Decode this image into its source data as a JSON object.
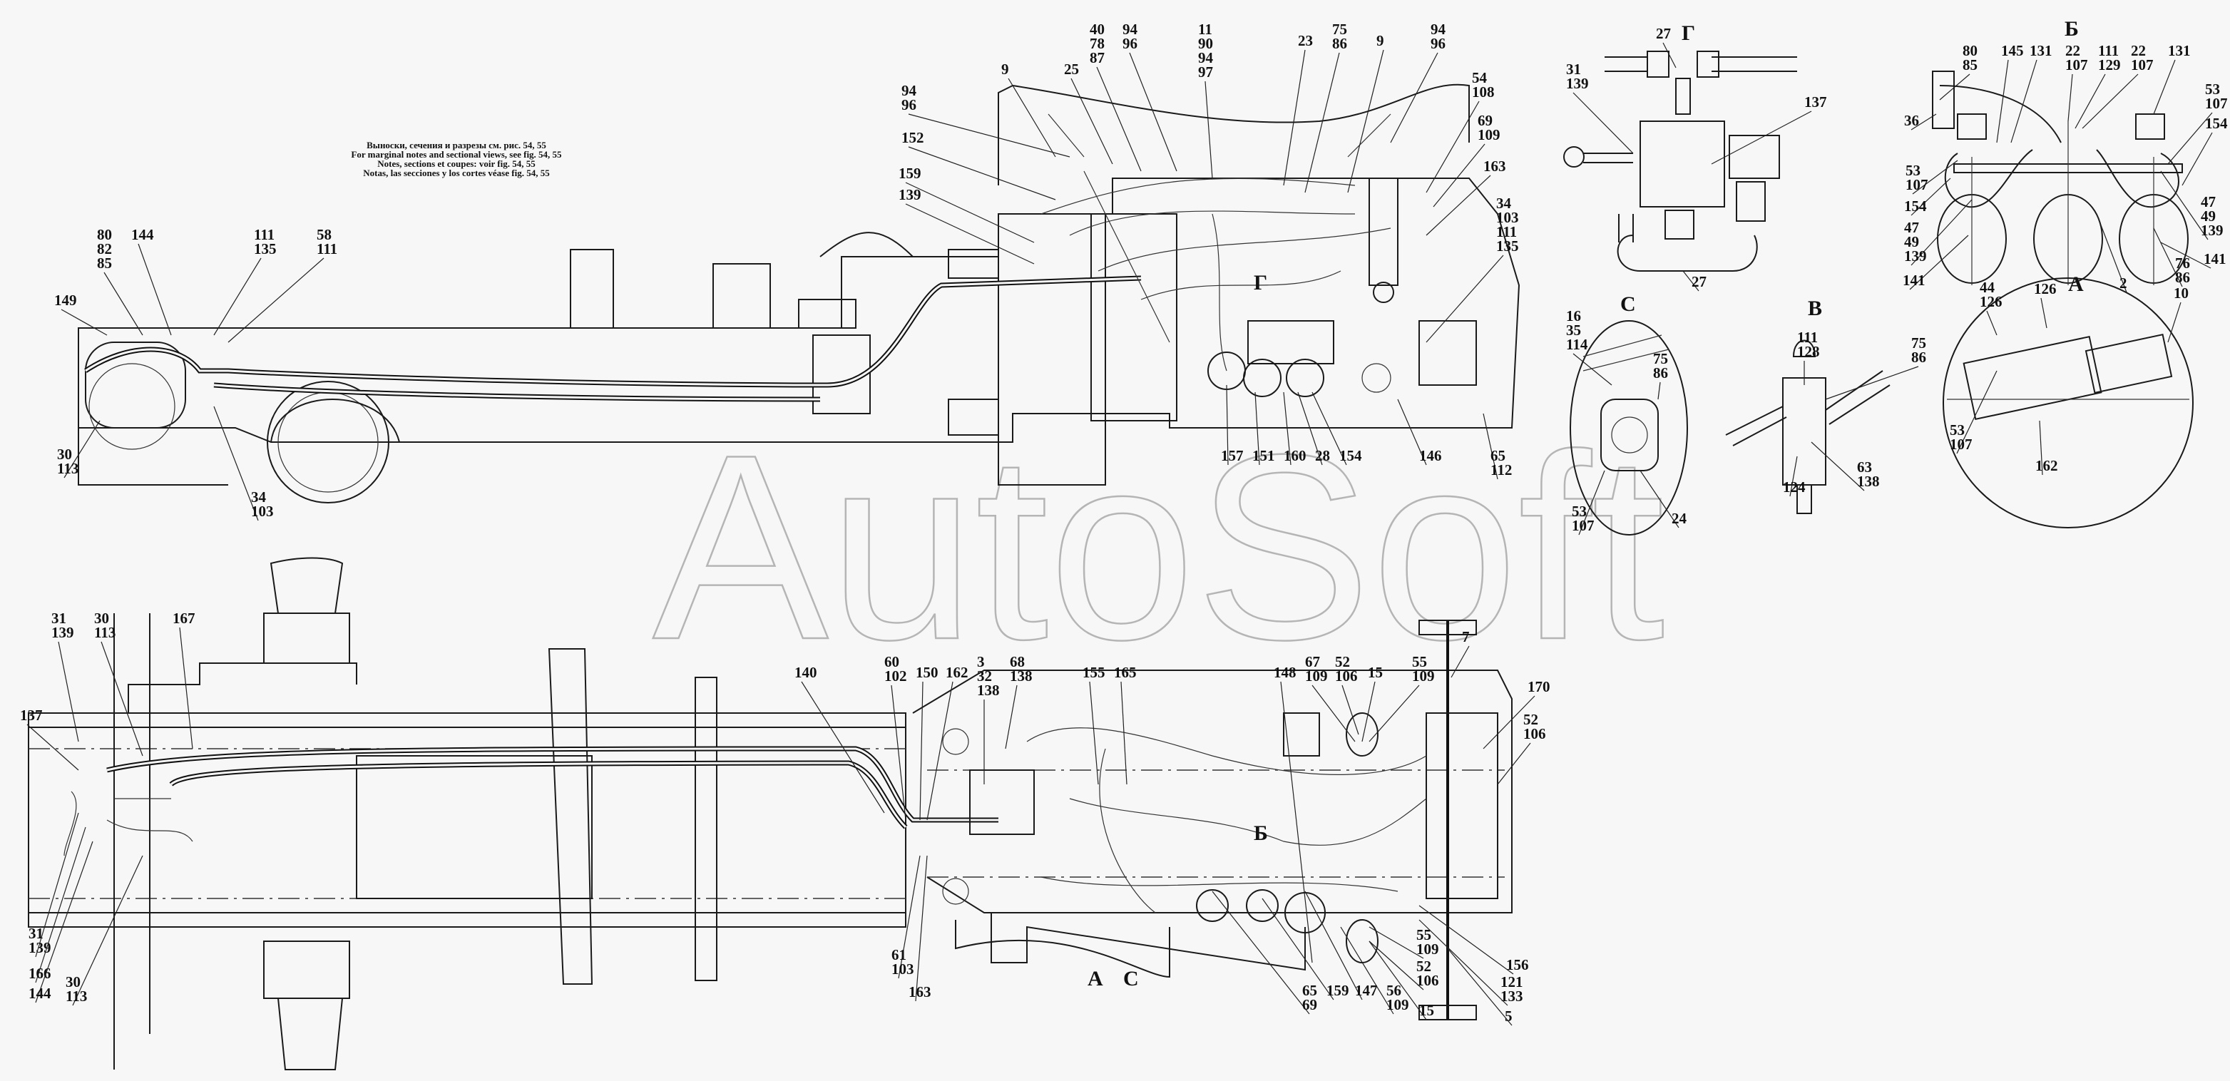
{
  "notes": [
    "Выноски, сечения и разрезы см. рис. 54, 55",
    "For marginal notes and sectional views, see fig. 54, 55",
    "Notes, sections et coupes: voir fig. 54, 55",
    "Notas, las secciones y los cortes véase fig. 54, 55"
  ],
  "watermark": "AutoSoft",
  "view_titles": {
    "g": "Г",
    "b": "Б",
    "c": "C",
    "v": "B",
    "a": "A",
    "g_ref": "Г",
    "b_ref": "Б",
    "a_ref": "A",
    "c_ref": "C"
  },
  "callouts": [
    [
      "80",
      "82",
      "85"
    ],
    [
      "144"
    ],
    [
      "111",
      "135"
    ],
    [
      "58",
      "111"
    ],
    [
      "149"
    ],
    [
      "30",
      "113"
    ],
    [
      "34",
      "103"
    ],
    [
      "94",
      "96"
    ],
    [
      "9"
    ],
    [
      "25"
    ],
    [
      "40",
      "78",
      "87"
    ],
    [
      "94",
      "96"
    ],
    [
      "11",
      "90",
      "94",
      "97"
    ],
    [
      "23"
    ],
    [
      "75",
      "86"
    ],
    [
      "9"
    ],
    [
      "94",
      "96"
    ],
    [
      "54",
      "108"
    ],
    [
      "69",
      "109"
    ],
    [
      "163"
    ],
    [
      "34",
      "103",
      "111",
      "135"
    ],
    [
      "152"
    ],
    [
      "159"
    ],
    [
      "139"
    ],
    [
      "157"
    ],
    [
      "151"
    ],
    [
      "160"
    ],
    [
      "28"
    ],
    [
      "154"
    ],
    [
      "146"
    ],
    [
      "65",
      "112"
    ],
    [
      "27"
    ],
    [
      "31",
      "139"
    ],
    [
      "137"
    ],
    [
      "27"
    ],
    [
      "80",
      "85"
    ],
    [
      "145"
    ],
    [
      "131"
    ],
    [
      "22",
      "107"
    ],
    [
      "111",
      "129"
    ],
    [
      "22",
      "107"
    ],
    [
      "131"
    ],
    [
      "36"
    ],
    [
      "53",
      "107"
    ],
    [
      "154"
    ],
    [
      "53",
      "107"
    ],
    [
      "154"
    ],
    [
      "47",
      "49",
      "139"
    ],
    [
      "141"
    ],
    [
      "2"
    ],
    [
      "76",
      "86"
    ],
    [
      "47",
      "49",
      "139"
    ],
    [
      "141"
    ],
    [
      "16",
      "35",
      "114"
    ],
    [
      "75",
      "86"
    ],
    [
      "53",
      "107"
    ],
    [
      "24"
    ],
    [
      "111",
      "128"
    ],
    [
      "75",
      "86"
    ],
    [
      "124"
    ],
    [
      "63",
      "138"
    ],
    [
      "44",
      "126"
    ],
    [
      "126"
    ],
    [
      "10"
    ],
    [
      "53",
      "107"
    ],
    [
      "162"
    ],
    [
      "31",
      "139"
    ],
    [
      "30",
      "113"
    ],
    [
      "167"
    ],
    [
      "137"
    ],
    [
      "31",
      "139"
    ],
    [
      "166"
    ],
    [
      "144"
    ],
    [
      "30",
      "113"
    ],
    [
      "140"
    ],
    [
      "60",
      "102"
    ],
    [
      "150"
    ],
    [
      "162"
    ],
    [
      "3",
      "32",
      "138"
    ],
    [
      "68",
      "138"
    ],
    [
      "155"
    ],
    [
      "165"
    ],
    [
      "148"
    ],
    [
      "67",
      "109"
    ],
    [
      "52",
      "106"
    ],
    [
      "15"
    ],
    [
      "55",
      "109"
    ],
    [
      "7"
    ],
    [
      "170"
    ],
    [
      "52",
      "106"
    ],
    [
      "61",
      "103"
    ],
    [
      "163"
    ],
    [
      "65",
      "69"
    ],
    [
      "159"
    ],
    [
      "147"
    ],
    [
      "56",
      "109"
    ],
    [
      "15"
    ],
    [
      "55",
      "109"
    ],
    [
      "52",
      "106"
    ],
    [
      "156"
    ],
    [
      "121",
      "133"
    ],
    [
      "5"
    ]
  ]
}
